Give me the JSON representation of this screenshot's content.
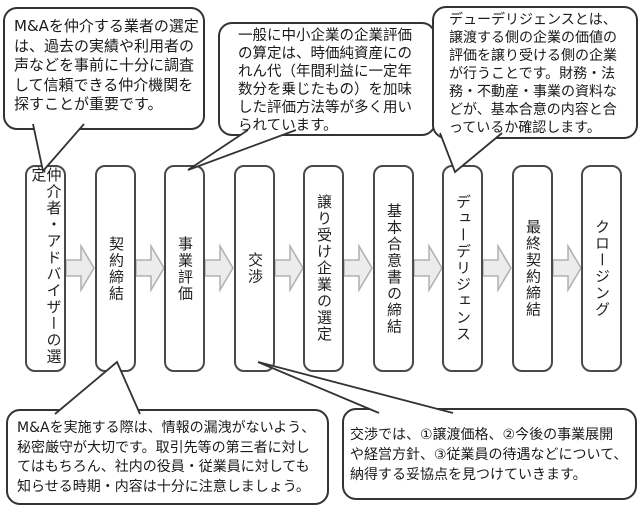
{
  "callouts": {
    "broker_selection": {
      "lines": [
        "M&Aを仲介する業者の選定",
        "は、過去の実績や利用者の",
        "声などを事前に十分に調査",
        "して信頼できる仲介機関を",
        "探すことが重要です。"
      ]
    },
    "valuation": {
      "lines": [
        "一般に中小企業の企業評価",
        "の算定は、時価純資産にの",
        "れん代（年間利益に一定年",
        "数分を乗じたもの）を加味",
        "した評価方法等が多く用い",
        "られています。"
      ]
    },
    "due_diligence": {
      "lines": [
        "デューデリジェンスとは、",
        "譲渡する側の企業の価値の",
        "評価を譲り受ける側の企業",
        "が行うことです。財務・法",
        "務・不動産・事業の資料な",
        "どが、基本合意の内容と合",
        "っているか確認します。"
      ]
    },
    "confidentiality": {
      "lines": [
        "M&Aを実施する際は、情報の漏洩がないよう、",
        "秘密厳守が大切です。取引先等の第三者に対し",
        "てはもちろん、社内の役員・従業員に対しても",
        "知らせる時期・内容は十分に注意しましょう。"
      ]
    },
    "negotiation": {
      "lines": [
        "交渉では、①譲渡価格、②今後の事業展開",
        "や経営方針、③従業員の待遇などについて、",
        "納得する妥協点を見つけていきます。"
      ]
    }
  },
  "flow": {
    "steps": [
      "仲介者・アドバイザーの選定",
      "契約締結",
      "事業評価",
      "交渉",
      "譲り受け企業の選定",
      "基本合意書の締結",
      "デューデリジェンス",
      "最終契約締結",
      "クロージング"
    ]
  },
  "colors": {
    "background": "#ffffff",
    "callout_border": "#333333",
    "box_border": "#4a4a4a",
    "arrow_fill": "#ececec",
    "arrow_stroke": "#b0b0b0",
    "text": "#1a1a1a"
  }
}
